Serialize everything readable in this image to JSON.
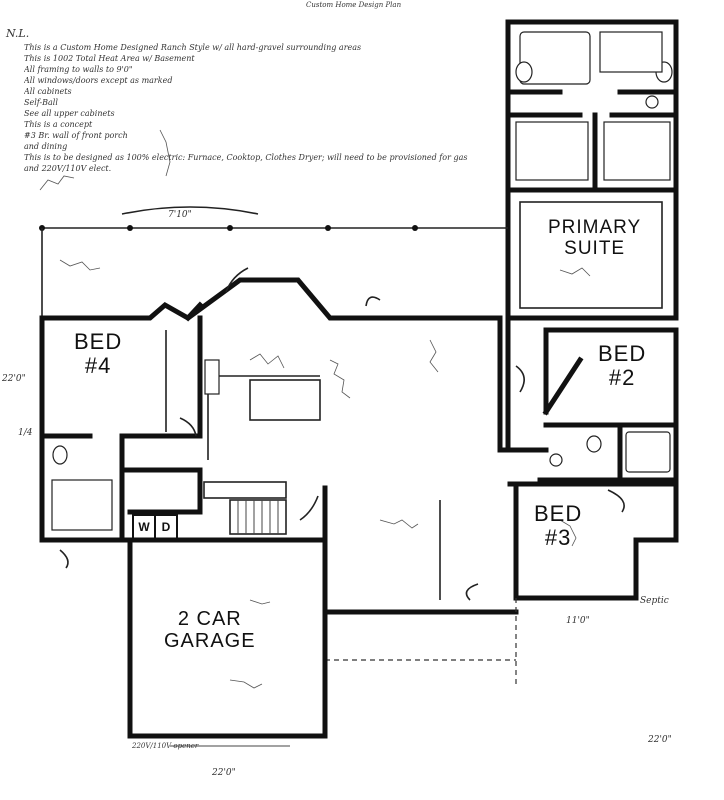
{
  "page": {
    "heading": "Custom Home Design Plan",
    "notes_title": "N.L.",
    "notes": [
      "This is a Custom Home Designed Ranch Style w/ all hard-gravel surrounding areas",
      "This is 1002 Total Heat Area w/ Basement",
      "All framing to walls to 9'0\"",
      "All windows/doors except as marked",
      "All cabinets",
      "Self-Ball",
      "See all upper cabinets",
      "This is a concept",
      "#3 Br. wall of front porch",
      "and dining",
      "This is to be designed as 100% electric: Furnace, Cooktop, Clothes Dryer; will need to be provisioned for gas and 220V/110V elect."
    ]
  },
  "rooms": {
    "primary": {
      "line1": "PRIMARY",
      "line2": "SUITE"
    },
    "bed4": {
      "line1": "BED",
      "line2": "#4"
    },
    "bed2": {
      "line1": "BED",
      "line2": "#2"
    },
    "bed3": {
      "line1": "BED",
      "line2": "#3"
    },
    "garage": {
      "line1": "2 CAR",
      "line2": "GARAGE"
    }
  },
  "appliances": {
    "washer": "W",
    "dryer": "D"
  },
  "annotations": {
    "porch_dim": "7'10\"",
    "garage_door": "220V/110V opener",
    "garage_width": "22'0\"",
    "bottom_right_dim": "22'0\"",
    "bed3_width": "11'0\"",
    "septic": "Septic",
    "scale_left": "22'0\"",
    "left_marker": "1/4"
  },
  "colors": {
    "ink": "#111111",
    "paper": "#ffffff"
  }
}
